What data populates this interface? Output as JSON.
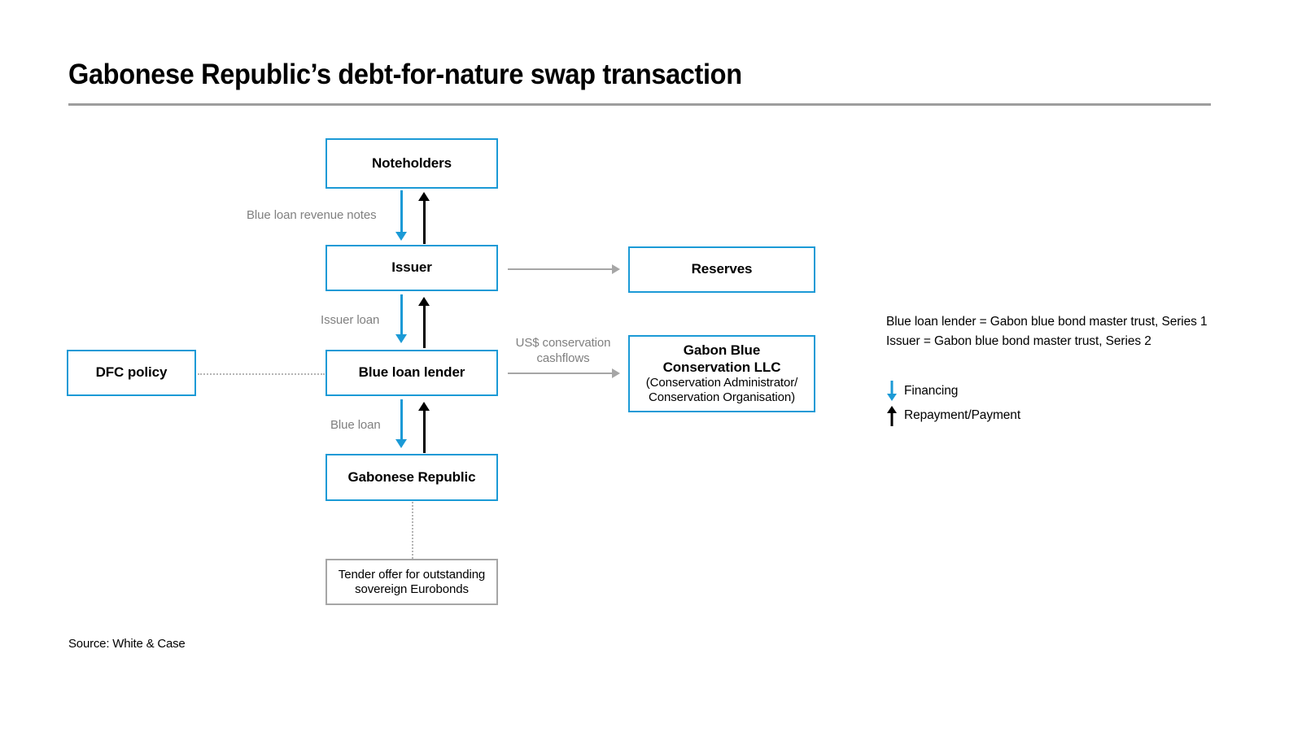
{
  "header": {
    "title": "Gabonese Republic’s debt-for-nature swap transaction"
  },
  "diagram": {
    "nodes": {
      "noteholders": {
        "label": "Noteholders"
      },
      "issuer": {
        "label": "Issuer"
      },
      "reserves": {
        "label": "Reserves"
      },
      "blue_loan_lender": {
        "label": "Blue loan lender"
      },
      "dfc_policy": {
        "label": "DFC policy"
      },
      "gabon_blue": {
        "title_line1": "Gabon Blue",
        "title_line2": "Conservation LLC",
        "sub_line1": "(Conservation Administrator/",
        "sub_line2": "Conservation Organisation)"
      },
      "gabonese_republic": {
        "label": "Gabonese Republic"
      },
      "tender_offer": {
        "line1": "Tender offer for outstanding",
        "line2": "sovereign Eurobonds"
      }
    },
    "edge_labels": {
      "blue_loan_revenue_notes": "Blue loan revenue notes",
      "issuer_loan": "Issuer loan",
      "blue_loan": "Blue loan",
      "us_conservation_cashflows_line1": "US$ conservation",
      "us_conservation_cashflows_line2": "cashflows"
    }
  },
  "notes": {
    "line1": "Blue loan lender = Gabon blue bond master trust, Series 1",
    "line2": "Issuer = Gabon blue bond master trust, Series 2"
  },
  "legend": {
    "items": [
      {
        "label": "Financing",
        "glyph": "arrow-down-icon",
        "color": "#1b9ad6"
      },
      {
        "label": "Repayment/Payment",
        "glyph": "arrow-up-icon",
        "color": "#000000"
      }
    ]
  },
  "footer": {
    "source": "Source: White & Case"
  },
  "colors": {
    "accent_blue": "#1b9ad6",
    "connector_gray": "#a6a6a6",
    "label_gray": "#808080",
    "rule_gray": "#9d9d9d",
    "dotted_gray": "#b5b5b5"
  }
}
